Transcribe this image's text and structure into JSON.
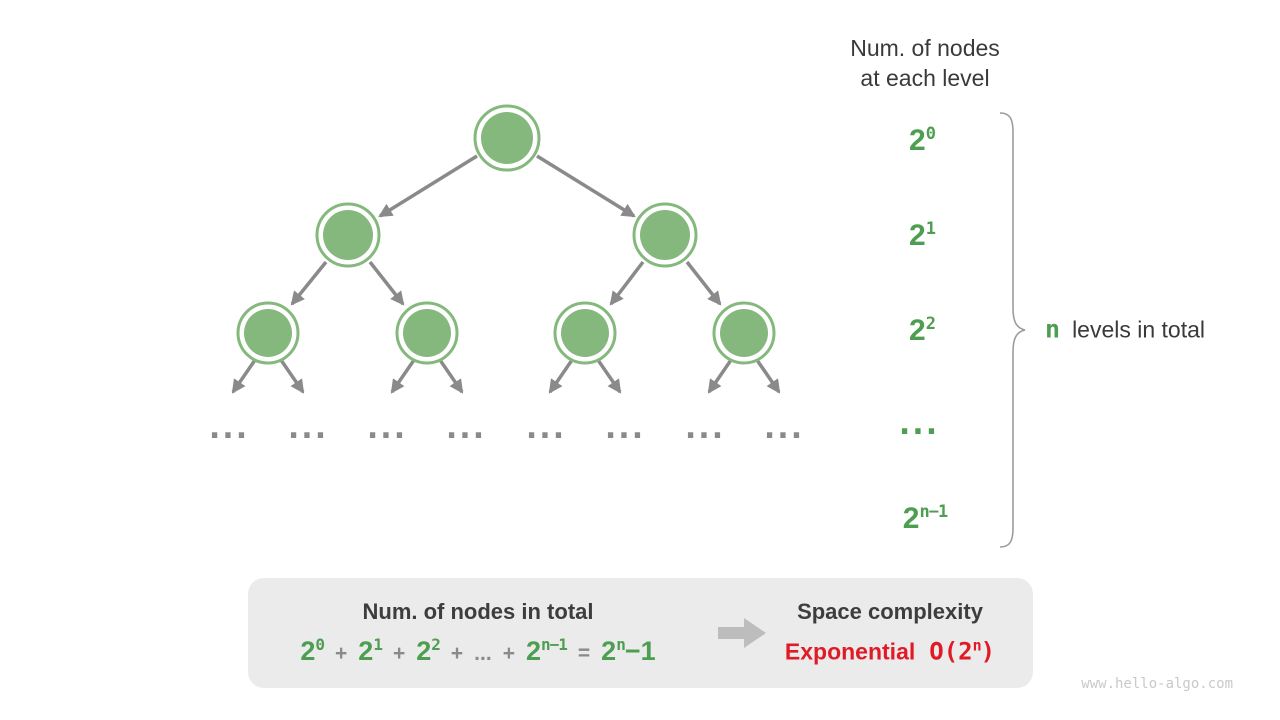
{
  "header": {
    "line1": "Num. of nodes",
    "line2": "at each level"
  },
  "level_labels": {
    "l0": {
      "base": "2",
      "sup": "0"
    },
    "l1": {
      "base": "2",
      "sup": "1"
    },
    "l2": {
      "base": "2",
      "sup": "2"
    },
    "dots": "...",
    "ln": {
      "base": "2",
      "sup": "n−1"
    }
  },
  "tree": {
    "ellipsis": "..."
  },
  "brace_label": {
    "n": "n",
    "text": "levels in total"
  },
  "summary": {
    "left_title": "Num. of nodes in total",
    "formula": {
      "t0b": "2",
      "t0s": "0",
      "plus1": "+",
      "t1b": "2",
      "t1s": "1",
      "plus2": "+",
      "t2b": "2",
      "t2s": "2",
      "plus3": "+",
      "dots": "...",
      "plus4": "+",
      "tnb": "2",
      "tns": "n−1",
      "equals": "=",
      "resb": "2",
      "ress": "n",
      "restail": "−1"
    },
    "right_title": "Space complexity",
    "complexity": {
      "name": "Exponential",
      "o_prefix": "O(2",
      "o_sup": "n",
      "o_suffix": ")"
    }
  },
  "watermark": "www.hello-algo.com",
  "colors": {
    "node_fill": "#85b87d",
    "green_text": "#4d9e50",
    "edge_gray": "#8a8a8a",
    "red": "#e01b26",
    "box_bg": "#ebebeb",
    "dark_text": "#3a3a3a",
    "arrow_gray": "#bdbdbd"
  }
}
